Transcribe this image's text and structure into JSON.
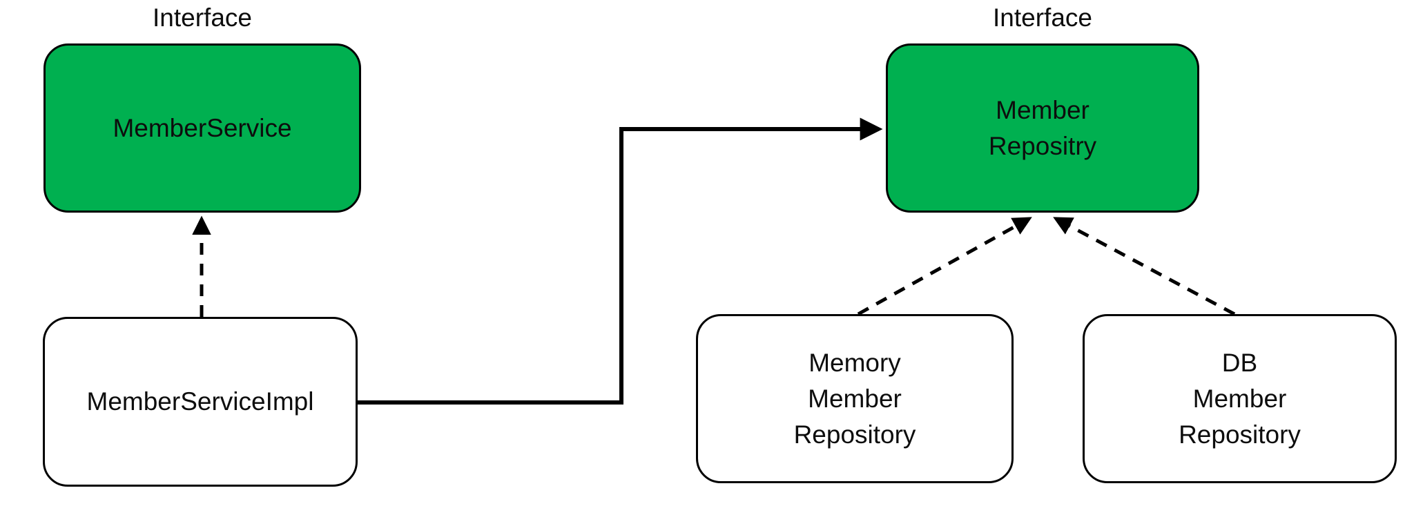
{
  "diagram": {
    "type": "uml-dependency-diagram",
    "background": "#ffffff",
    "colors": {
      "interface_fill": "#00b050",
      "class_fill": "#ffffff",
      "border": "#000000",
      "arrow": "#000000",
      "text": "#0d0d0d"
    },
    "nodes": {
      "member_service": {
        "tag": "Interface",
        "lines": [
          "MemberService"
        ]
      },
      "member_repository": {
        "tag": "Interface",
        "lines": [
          "Member",
          "Repositry"
        ]
      },
      "member_service_impl": {
        "lines": [
          "MemberServiceImpl"
        ]
      },
      "memory_member_repository": {
        "lines": [
          "Memory",
          "Member",
          "Repository"
        ]
      },
      "db_member_repository": {
        "lines": [
          "DB",
          "Member",
          "Repository"
        ]
      }
    },
    "edges": [
      {
        "from": "MemberServiceImpl",
        "to": "MemberService",
        "line": "dashed",
        "arrowhead": "filled-triangle",
        "direction": "up"
      },
      {
        "from": "MemberServiceImpl",
        "to": "Member Repositry",
        "line": "solid",
        "arrowhead": "filled-triangle",
        "direction": "right-elbow"
      },
      {
        "from": "Memory Member Repository",
        "to": "Member Repositry",
        "line": "dashed",
        "arrowhead": "filled-triangle",
        "direction": "up-right"
      },
      {
        "from": "DB Member Repository",
        "to": "Member Repositry",
        "line": "dashed",
        "arrowhead": "filled-triangle",
        "direction": "up-left"
      }
    ]
  }
}
